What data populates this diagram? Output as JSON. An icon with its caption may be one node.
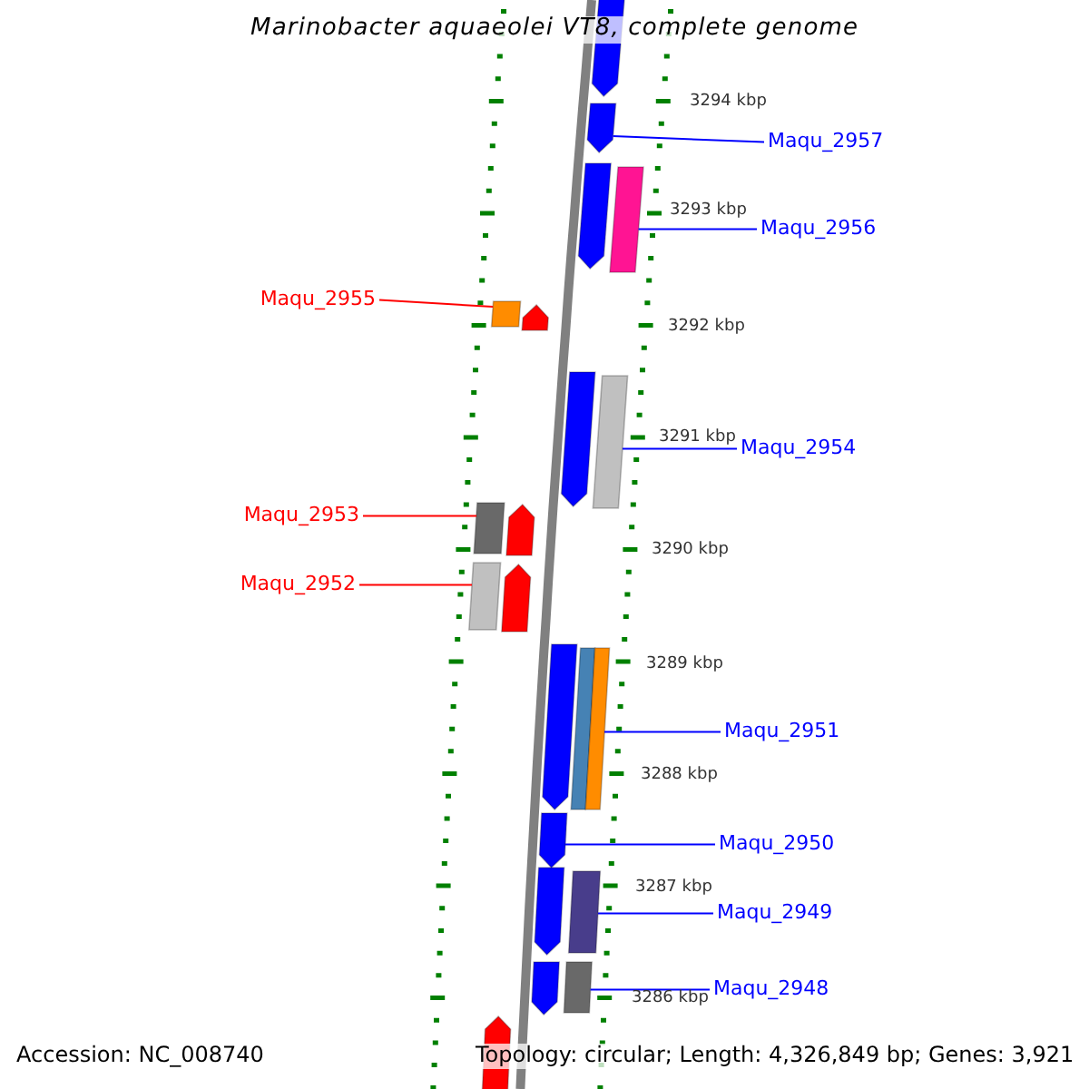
{
  "diagram": {
    "title": "Marinobacter aquaeolei VT8, complete genome",
    "nodes": [
      {
        "text": [],
        "shape": "pentagon"
      },
      {
        "text": [
          "Maqu_2957"
        ]
      },
      {
        "text": [],
        "shape": "pentagon"
      },
      {
        "text": [
          "Maqu_2956"
        ]
      },
      {
        "text": [],
        "shape": "pentagon"
      },
      {
        "text": [],
        "shape": "bar"
      },
      {
        "text": [
          "Maqu_2955"
        ]
      },
      {
        "text": [],
        "shape": "bar"
      },
      {
        "text": [],
        "shape": "pentagon"
      },
      {
        "text": [],
        "shape": "pentagon"
      },
      {
        "text": [],
        "shape": "bar"
      },
      {
        "text": [
          "Maqu_2954"
        ]
      },
      {
        "text": [
          "Maqu_2953"
        ]
      },
      {
        "text": [],
        "shape": "bar"
      },
      {
        "text": [],
        "shape": "pentagon"
      },
      {
        "text": [
          "Maqu_2952"
        ]
      },
      {
        "text": [],
        "shape": "bar"
      },
      {
        "text": [],
        "shape": "pentagon"
      },
      {
        "text": [],
        "shape": "pentagon"
      },
      {
        "text": [],
        "shape": "bar"
      },
      {
        "text": [],
        "shape": "bar"
      },
      {
        "text": [
          "Maqu_2951"
        ]
      },
      {
        "text": [
          "Maqu_2950"
        ]
      },
      {
        "text": [],
        "shape": "pentagon"
      },
      {
        "text": [],
        "shape": "pentagon"
      },
      {
        "text": [],
        "shape": "bar"
      },
      {
        "text": [
          "Maqu_2949"
        ]
      },
      {
        "text": [
          "Maqu_2948"
        ]
      },
      {
        "text": [],
        "shape": "pentagon"
      },
      {
        "text": [],
        "shape": "bar"
      },
      {
        "text": [],
        "shape": "pentagon"
      }
    ],
    "edges": [
      {
        "from": 1,
        "to": 2,
        "arrow": "none"
      },
      {
        "from": 3,
        "to": 5,
        "arrow": "none"
      },
      {
        "from": 6,
        "to": 7,
        "arrow": "none",
        "color": "#ff0000"
      },
      {
        "from": 11,
        "to": 10,
        "arrow": "none"
      },
      {
        "from": 12,
        "to": 13,
        "arrow": "none",
        "color": "#ff0000"
      },
      {
        "from": 15,
        "to": 16,
        "arrow": "none",
        "color": "#ff0000"
      },
      {
        "from": 21,
        "to": 20,
        "arrow": "none"
      },
      {
        "from": 22,
        "to": 23,
        "arrow": "none"
      },
      {
        "from": 26,
        "to": 25,
        "arrow": "none"
      },
      {
        "from": 27,
        "to": 29,
        "arrow": "none"
      }
    ],
    "labels": [
      "3294 kbp",
      "3293 kbp",
      "3292 kbp",
      "3291 kbp",
      "3290 kbp",
      "3289 kbp",
      "3288 kbp",
      "3287 kbp",
      "3286 kbp",
      "Accession: NC_008740",
      "Topology: circular; Length: 4,326,849 bp; Genes: 3,921"
    ]
  }
}
